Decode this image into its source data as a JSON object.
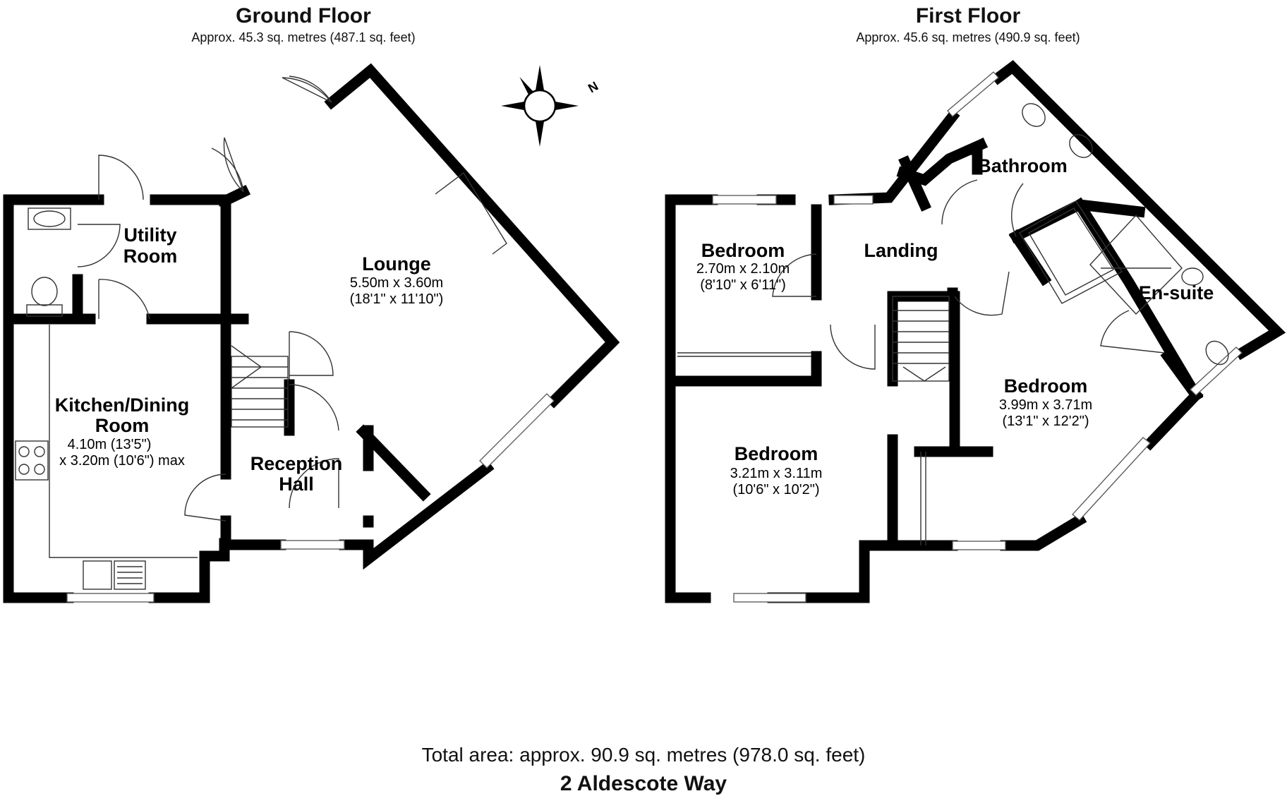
{
  "ground_floor": {
    "title": "Ground Floor",
    "area": "Approx. 45.3 sq. metres (487.1 sq. feet)",
    "rooms": {
      "utility": {
        "name_line1": "Utility",
        "name_line2": "Room"
      },
      "lounge": {
        "name": "Lounge",
        "dim_metric": "5.50m x 3.60m",
        "dim_imperial": "(18'1\" x 11'10\")"
      },
      "kitchen": {
        "name_line1": "Kitchen/Dining",
        "name_line2": "Room",
        "dim_line1": "4.10m (13'5\")",
        "dim_line2": "x 3.20m (10'6\") max"
      },
      "reception": {
        "name_line1": "Reception",
        "name_line2": "Hall"
      }
    }
  },
  "first_floor": {
    "title": "First Floor",
    "area": "Approx. 45.6 sq. metres (490.9 sq. feet)",
    "rooms": {
      "bedroom_small": {
        "name": "Bedroom",
        "dim_metric": "2.70m x 2.10m",
        "dim_imperial": "(8'10\" x 6'11\")"
      },
      "landing": {
        "name": "Landing"
      },
      "bathroom": {
        "name": "Bathroom"
      },
      "ensuite": {
        "name": "En-suite"
      },
      "bedroom_main": {
        "name": "Bedroom",
        "dim_metric": "3.99m x 3.71m",
        "dim_imperial": "(13'1\" x 12'2\")"
      },
      "bedroom_mid": {
        "name": "Bedroom",
        "dim_metric": "3.21m x 3.11m",
        "dim_imperial": "(10'6\" x 10'2\")"
      }
    }
  },
  "compass": {
    "label": "N",
    "icon": "compass-icon"
  },
  "footer": {
    "total_area": "Total area: approx. 90.9 sq. metres (978.0 sq. feet)",
    "address": "2 Aldescote Way"
  }
}
